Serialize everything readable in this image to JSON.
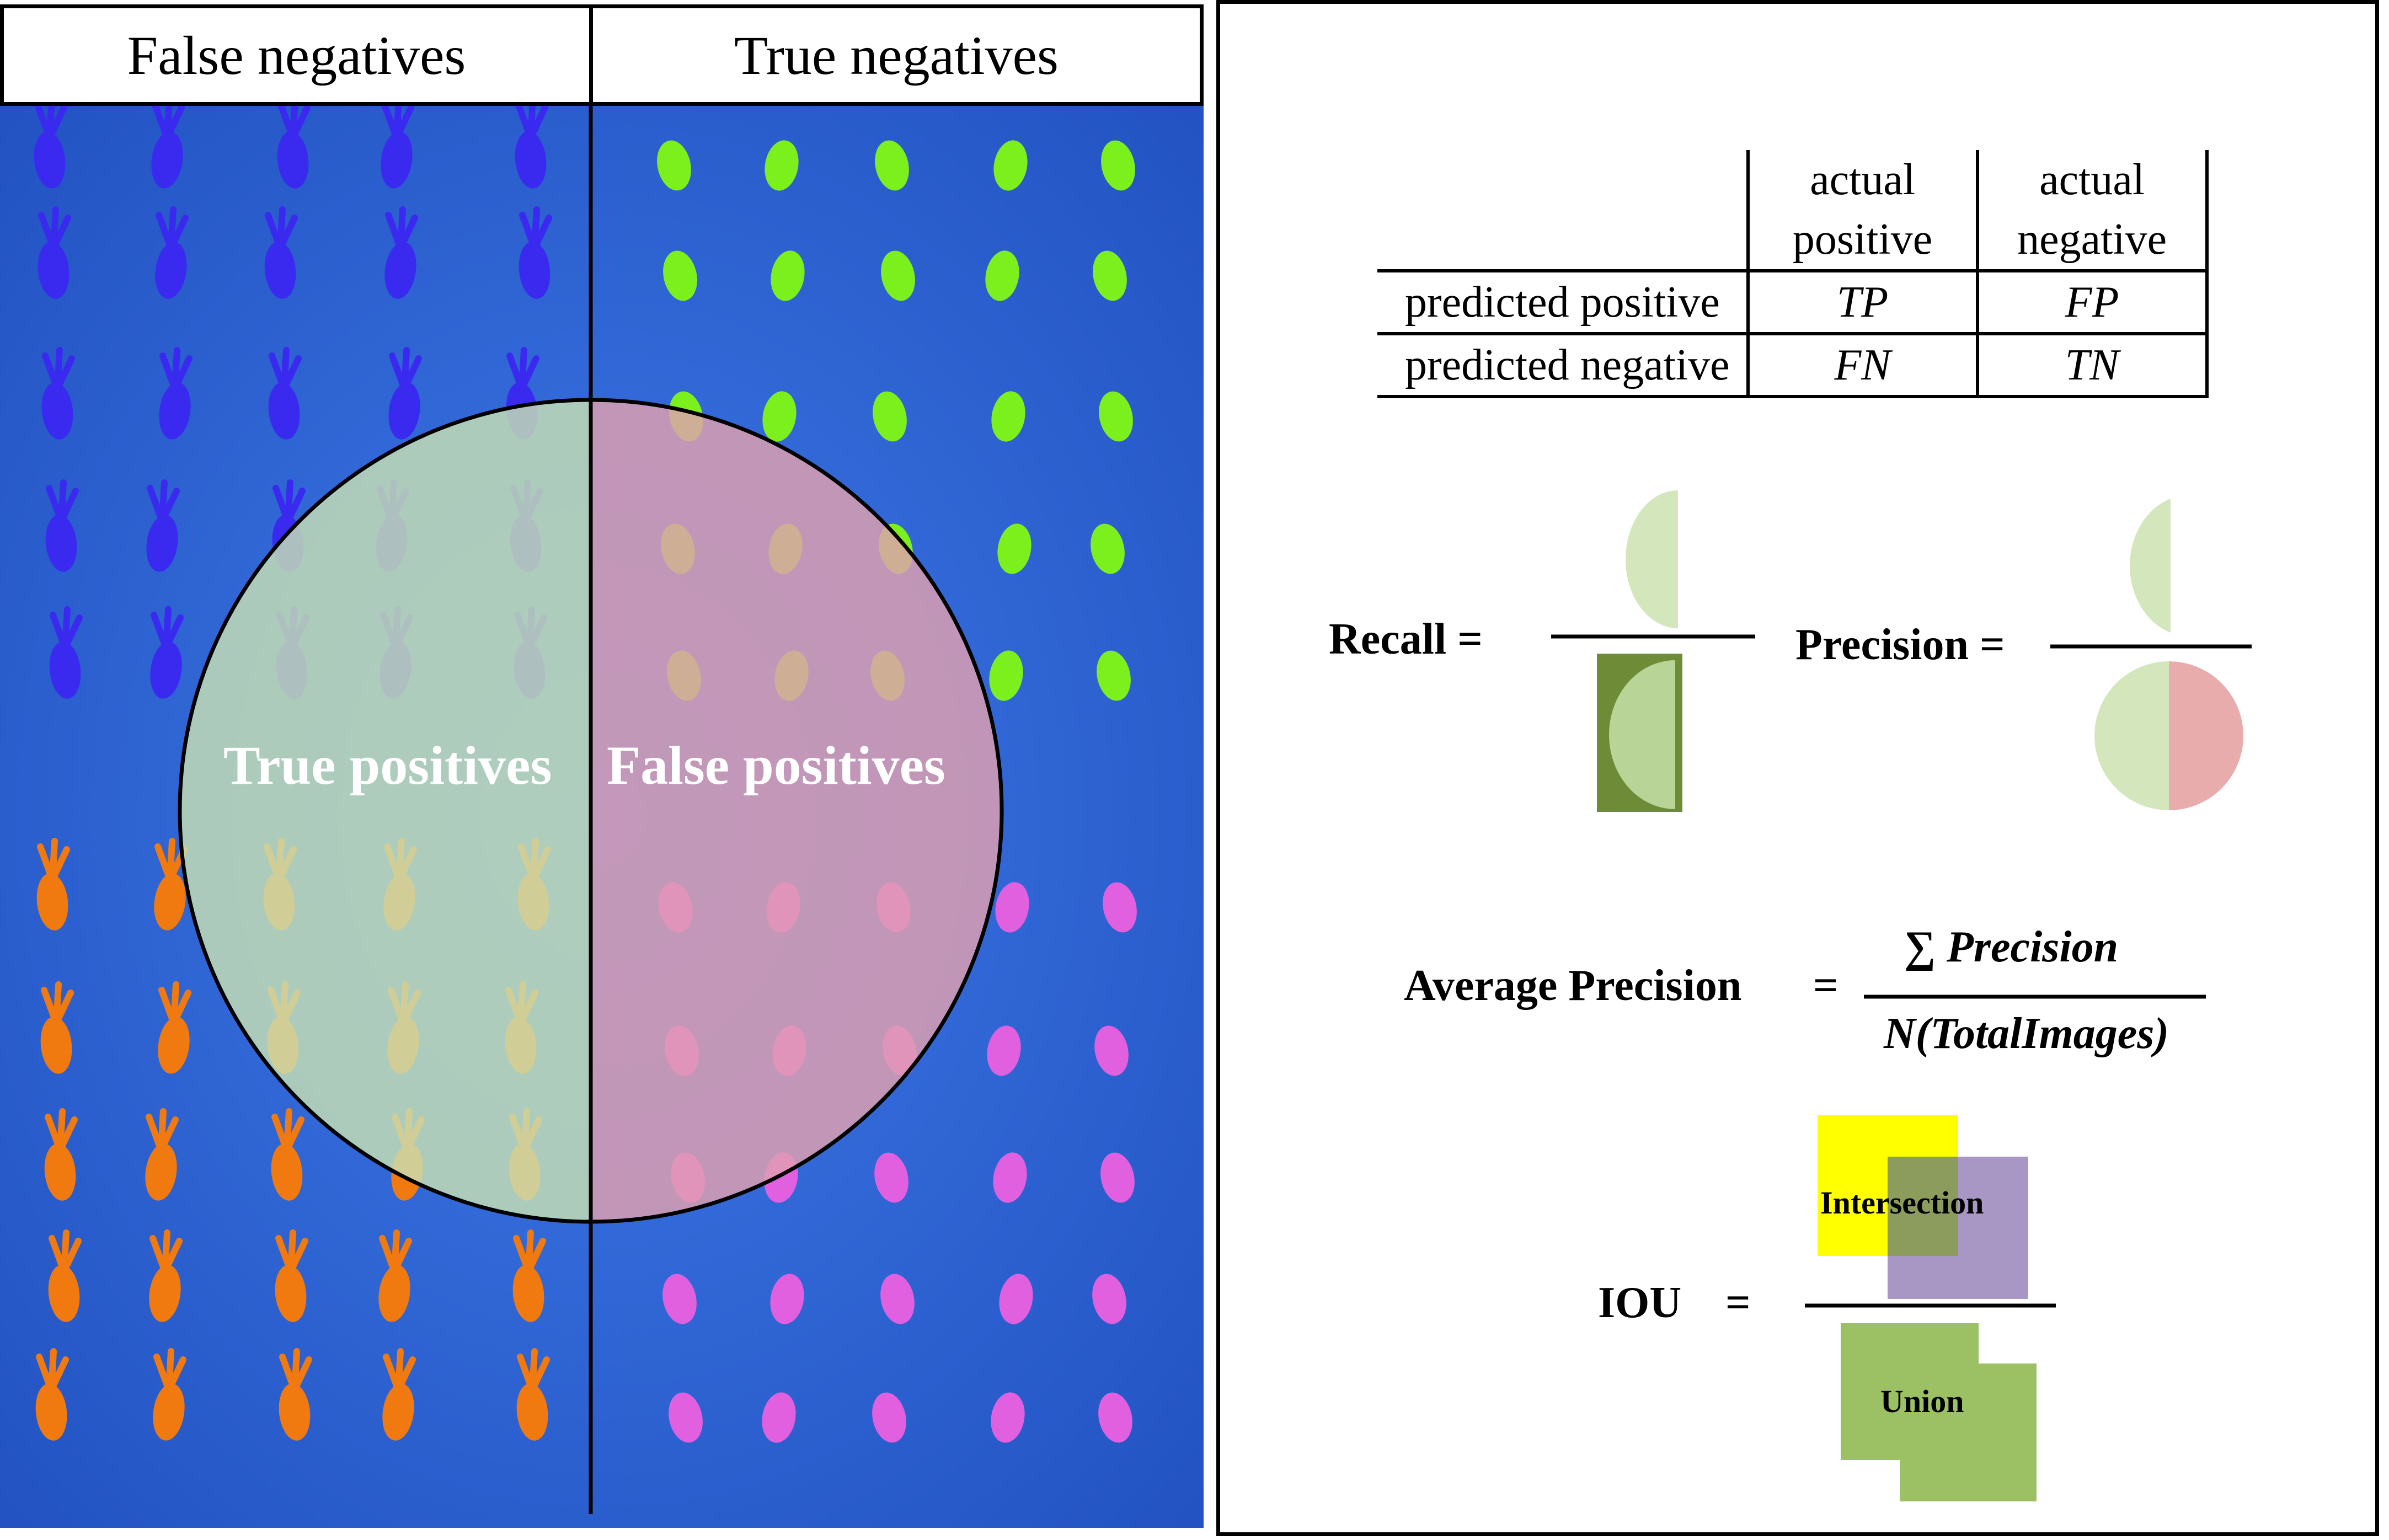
{
  "left": {
    "header_left": "False negatives",
    "header_right": "True negatives",
    "overlay_left": "True positives",
    "overlay_right": "False positives",
    "colors": {
      "background": "#2a5fd4",
      "false_negative_blue": "#3a2af0",
      "false_negative_orange": "#f07a10",
      "true_negative_green": "#7cf01c",
      "true_negative_magenta": "#e060e0",
      "true_positive_overlay": "#c8e0b4",
      "false_positive_overlay": "#e0a0b0"
    }
  },
  "table": {
    "col1": "actual positive",
    "col1_l1": "actual",
    "col1_l2": "positive",
    "col2_l1": "actual",
    "col2_l2": "negative",
    "row1": "predicted positive",
    "row2": "predicted negative",
    "tp": "TP",
    "fp": "FP",
    "fn": "FN",
    "tn": "TN"
  },
  "formulas": {
    "recall": "Recall =",
    "precision": "Precision =",
    "average_precision": "Average Precision",
    "ap_equals": "=",
    "ap_numerator": "∑ Precision",
    "ap_denominator": "N(TotalImages)",
    "iou": "IOU",
    "iou_equals": "=",
    "intersection": "Intersection",
    "union": "Union"
  }
}
